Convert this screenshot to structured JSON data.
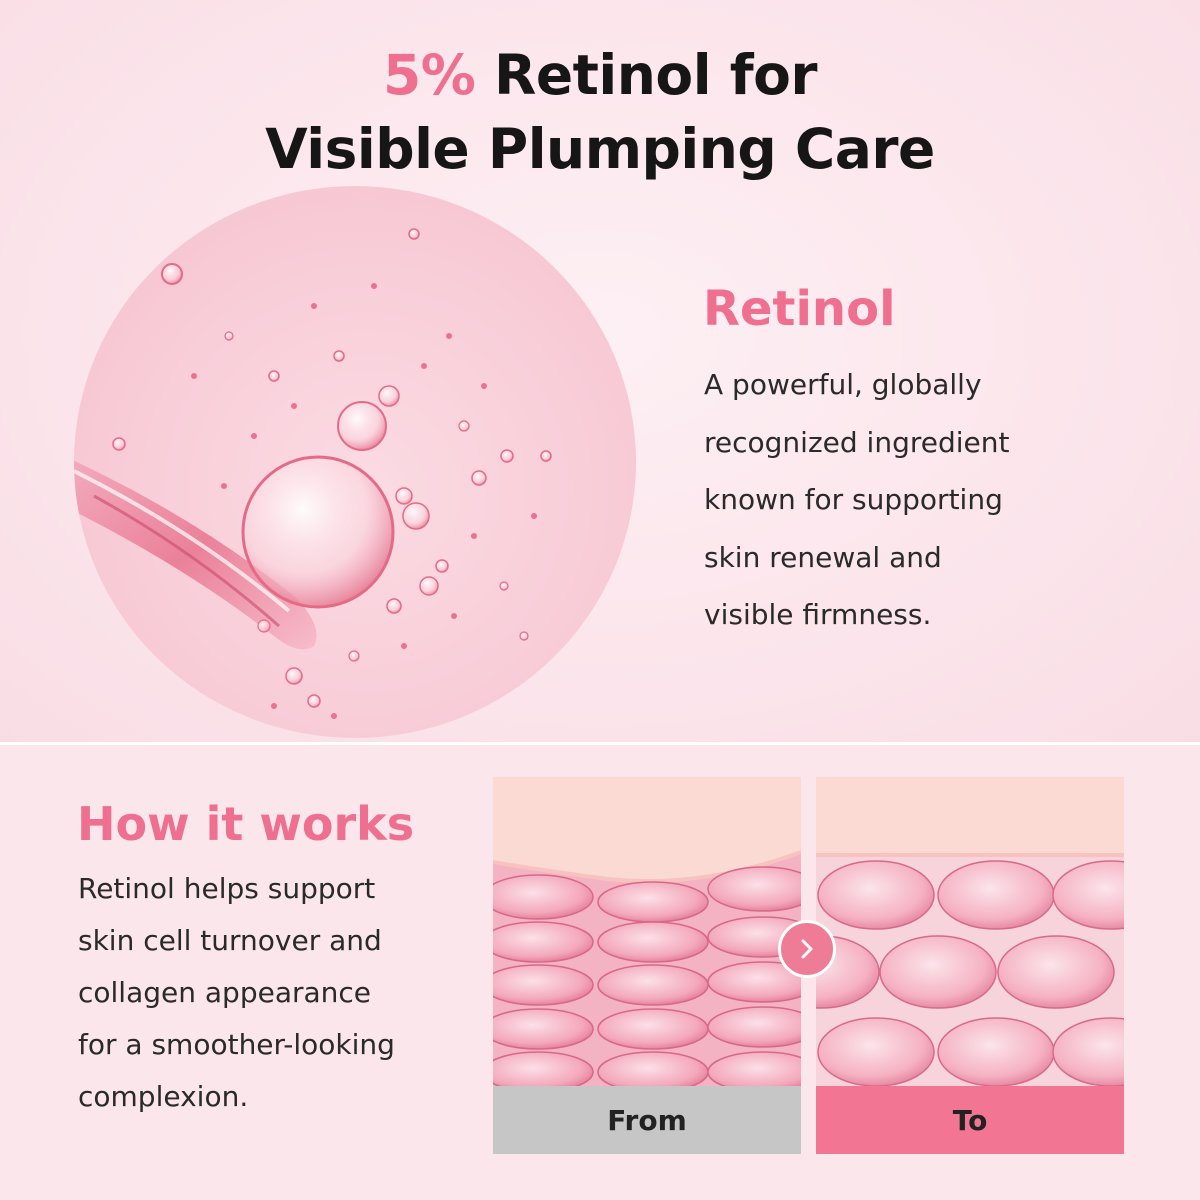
{
  "headline": {
    "accent": "5%",
    "line1_rest": " Retinol for",
    "line2": "Visible Plumping Care"
  },
  "ingredient": {
    "title": "Retinol",
    "lines": [
      "A powerful, globally",
      "recognized ingredient",
      "known for supporting",
      "skin renewal and",
      "visible firmness."
    ]
  },
  "how": {
    "title": "How it works",
    "lines": [
      "Retinol helps support",
      "skin cell turnover and",
      "collagen appearance",
      "for a smoother-looking",
      "complexion."
    ]
  },
  "comparison": {
    "from_label": "From",
    "to_label": "To",
    "arrow_icon": "chevron-right-icon"
  },
  "colors": {
    "accent": "#ee6f8f",
    "from_bar": "#c6c6c6",
    "to_bar": "#f27593"
  }
}
